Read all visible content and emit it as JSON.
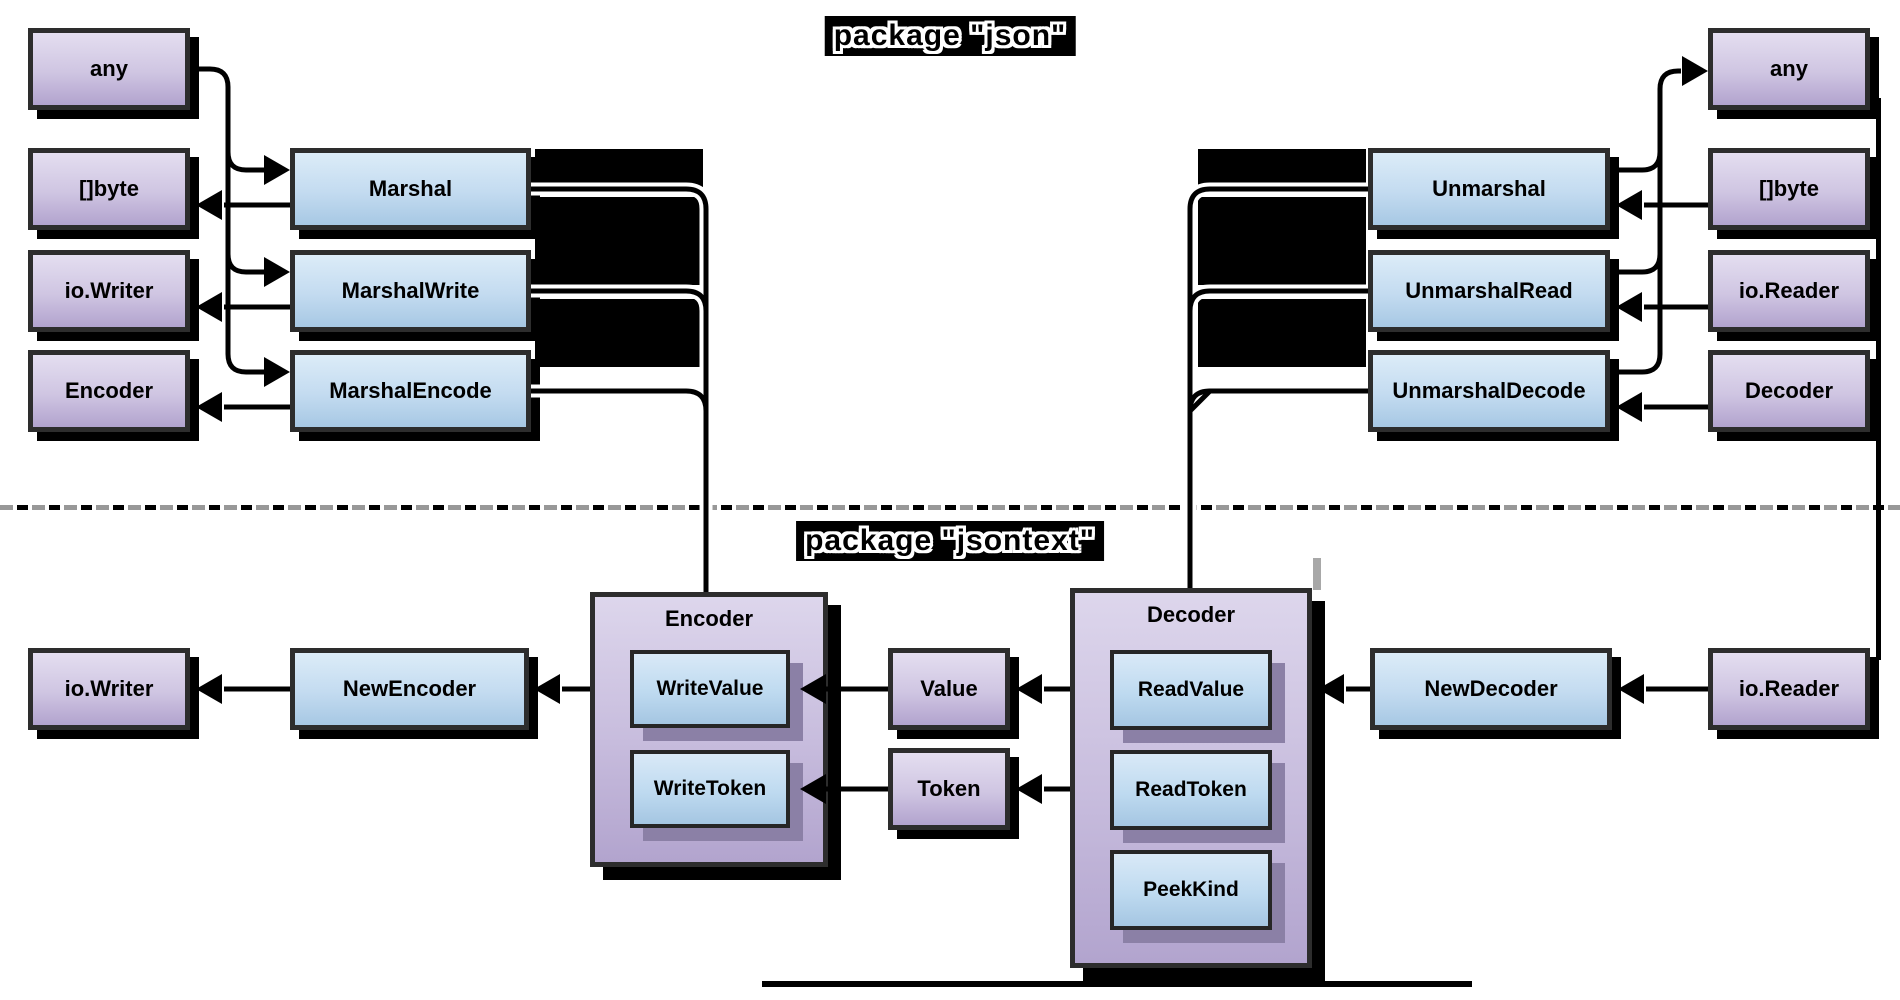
{
  "titles": {
    "json": "package \"json\"",
    "jsontext": "package \"jsontext\""
  },
  "json_section": {
    "left_types": {
      "any": "any",
      "byte_slice": "[]byte",
      "io_writer": "io.Writer",
      "encoder": "Encoder"
    },
    "marshal_funcs": {
      "marshal": "Marshal",
      "marshal_write": "MarshalWrite",
      "marshal_encode": "MarshalEncode"
    },
    "unmarshal_funcs": {
      "unmarshal": "Unmarshal",
      "unmarshal_read": "UnmarshalRead",
      "unmarshal_decode": "UnmarshalDecode"
    },
    "right_types": {
      "any": "any",
      "byte_slice": "[]byte",
      "io_reader": "io.Reader",
      "decoder": "Decoder"
    }
  },
  "jsontext_section": {
    "encoder": {
      "title": "Encoder",
      "write_value": "WriteValue",
      "write_token": "WriteToken"
    },
    "decoder": {
      "title": "Decoder",
      "read_value": "ReadValue",
      "read_token": "ReadToken",
      "peek_kind": "PeekKind"
    },
    "value": "Value",
    "token": "Token",
    "new_encoder": "NewEncoder",
    "new_decoder": "NewDecoder",
    "io_writer": "io.Writer",
    "io_reader": "io.Reader"
  },
  "edges": [
    "any -> Marshal",
    "any -> MarshalWrite",
    "any -> MarshalEncode",
    "Marshal -> []byte",
    "MarshalWrite -> io.Writer",
    "MarshalEncode -> Encoder",
    "Marshal -> jsontext.Encoder",
    "MarshalWrite -> jsontext.Encoder",
    "MarshalEncode -> jsontext.Encoder",
    "[]byte -> Unmarshal",
    "io.Reader -> UnmarshalRead",
    "Decoder -> UnmarshalDecode",
    "Unmarshal -> any",
    "UnmarshalRead -> any",
    "UnmarshalDecode -> any",
    "Unmarshal -> jsontext.Decoder",
    "UnmarshalRead -> jsontext.Decoder",
    "UnmarshalDecode -> jsontext.Decoder",
    "Encoder -> NewEncoder",
    "NewEncoder -> io.Writer",
    "ReadValue -> Value -> WriteValue",
    "ReadToken -> Token -> WriteToken",
    "NewDecoder -> Decoder",
    "io.Reader -> NewDecoder",
    "io.Reader -> any"
  ],
  "colors": {
    "type_box_top": "#e4def0",
    "type_box_bottom": "#b2a3ce",
    "func_box_top": "#dcecf8",
    "func_box_bottom": "#a7c8e4",
    "border": "#2d2d2d",
    "shadow": "#000000",
    "inner_shadow": "#8b80a6",
    "dash_gray": "#989898",
    "dash_black": "#000000"
  }
}
